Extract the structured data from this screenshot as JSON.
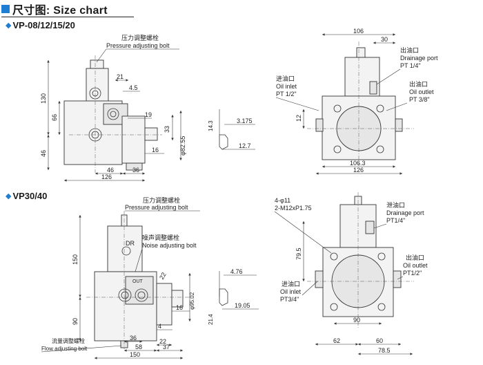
{
  "header": {
    "title": "尺寸图: Size chart"
  },
  "sections": [
    {
      "title": "VP-08/12/15/20"
    },
    {
      "title": "VP30/40"
    }
  ],
  "vp08": {
    "side": {
      "callout_cn": "压力调整螺栓",
      "callout_en": "Pressure adjusting bolt",
      "dims": {
        "d21": "21",
        "d4_5": "4.5",
        "d19": "19",
        "d16": "16",
        "d33": "33",
        "d130": "130",
        "d66": "66",
        "d46v": "46",
        "d46h": "46",
        "d36": "36",
        "d126": "126",
        "shaft": "φ82.55"
      }
    },
    "key": {
      "d14_3": "14.3",
      "d3_175": "3.175",
      "d12_7": "12.7"
    },
    "front": {
      "d106": "106",
      "d30": "30",
      "d12": "12",
      "d106_3": "106.3",
      "d126": "126",
      "drain_cn": "出油口",
      "drain_en": "Drainage port",
      "drain_pt": "PT 1/4\"",
      "inlet_cn": "进油口",
      "inlet_en": "Oil inlet",
      "inlet_pt": "PT 1/2\"",
      "outlet_cn": "出油口",
      "outlet_en": "Oil outlet",
      "outlet_pt": "PT 3/8\""
    }
  },
  "vp30": {
    "side": {
      "press_cn": "压力调整螺栓",
      "press_en": "Pressure adjusting bolt",
      "noise_cn": "噪声调整螺栓",
      "noise_en": "Noise adjusting bolt",
      "flow_cn": "流量调整螺栓",
      "flow_en": "Flow adjusting bolt",
      "dr": "DR",
      "out": "OUT",
      "dims": {
        "d150v": "150",
        "d90v": "90",
        "d22a": "22",
        "d16": "16",
        "d4": "4",
        "d36": "36",
        "d22b": "22",
        "d58": "58",
        "d37": "37",
        "d150h": "150",
        "shaft": "φ95.02"
      }
    },
    "key": {
      "d4_76": "4.76",
      "d21_4": "21.4",
      "d19_05": "19.05"
    },
    "front": {
      "holes": "4-φ11",
      "thread": "2-M12xP1.75",
      "d79_5": "79.5",
      "d90": "90",
      "d62": "62",
      "d60": "60",
      "d78_5": "78.5",
      "drain_cn": "泄油口",
      "drain_en": "Drainage port",
      "drain_pt": "PT1/4\"",
      "outlet_cn": "出油口",
      "outlet_en": "Oil outlet",
      "outlet_pt": "PT1/2\"",
      "inlet_cn": "进油口",
      "inlet_en": "Oil inlet",
      "inlet_pt": "PT3/4\""
    }
  }
}
